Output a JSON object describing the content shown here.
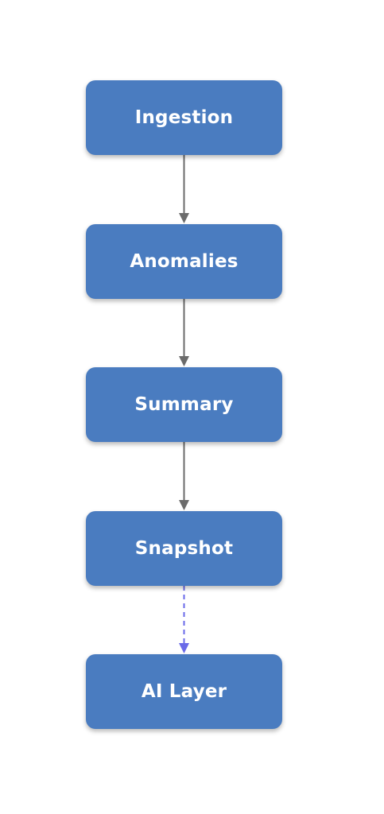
{
  "nodes": [
    {
      "label": "Ingestion"
    },
    {
      "label": "Anomalies"
    },
    {
      "label": "Summary"
    },
    {
      "label": "Snapshot"
    },
    {
      "label": "AI Layer"
    }
  ],
  "edges": [
    {
      "from": "Ingestion",
      "to": "Anomalies",
      "style": "solid"
    },
    {
      "from": "Anomalies",
      "to": "Summary",
      "style": "solid"
    },
    {
      "from": "Summary",
      "to": "Snapshot",
      "style": "solid"
    },
    {
      "from": "Snapshot",
      "to": "AI Layer",
      "style": "dashed"
    }
  ],
  "colors": {
    "node_fill": "#4a7cc0",
    "node_text": "#ffffff",
    "solid_edge": "#6b6b6b",
    "dashed_edge": "#6a6ae8",
    "background": "#ffffff"
  }
}
